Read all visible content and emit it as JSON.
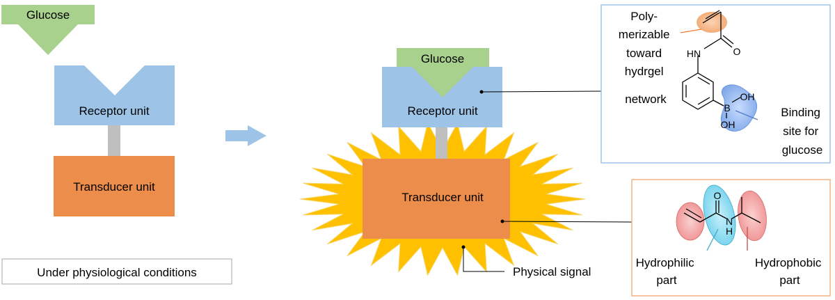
{
  "left_panel": {
    "glucose_label": "Glucose",
    "receptor_label": "Receptor unit",
    "transducer_label": "Transducer unit",
    "condition_label": "Under physiological conditions"
  },
  "right_panel": {
    "glucose_label": "Glucose",
    "receptor_label": "Receptor unit",
    "transducer_label": "Transducer unit",
    "signal_label": "Physical signal"
  },
  "receptor_callout": {
    "polymerizable_lines": [
      "Poly-",
      "merizable",
      "toward",
      "hydrgel",
      "network"
    ],
    "binding_lines": [
      "Binding",
      "site for",
      "glucose"
    ],
    "atoms": {
      "hn": "HN",
      "o": "O",
      "b": "B",
      "oh1": "OH",
      "oh2": "OH"
    }
  },
  "transducer_callout": {
    "hydrophilic_lines": [
      "Hydrophilic",
      "part"
    ],
    "hydrophobic_lines": [
      "Hydrophobic",
      "part"
    ],
    "atoms": {
      "o": "O",
      "n": "N",
      "h": "H"
    }
  },
  "colors": {
    "glucose": "#a9d18e",
    "receptor": "#9dc3e6",
    "transducer": "#ed8d4b",
    "linker": "#bfbfbf",
    "signal": "#ffc000",
    "arrow": "#9dc3e6",
    "receptor_box_border": "#9dc3e6",
    "transducer_box_border": "#f4b183"
  }
}
